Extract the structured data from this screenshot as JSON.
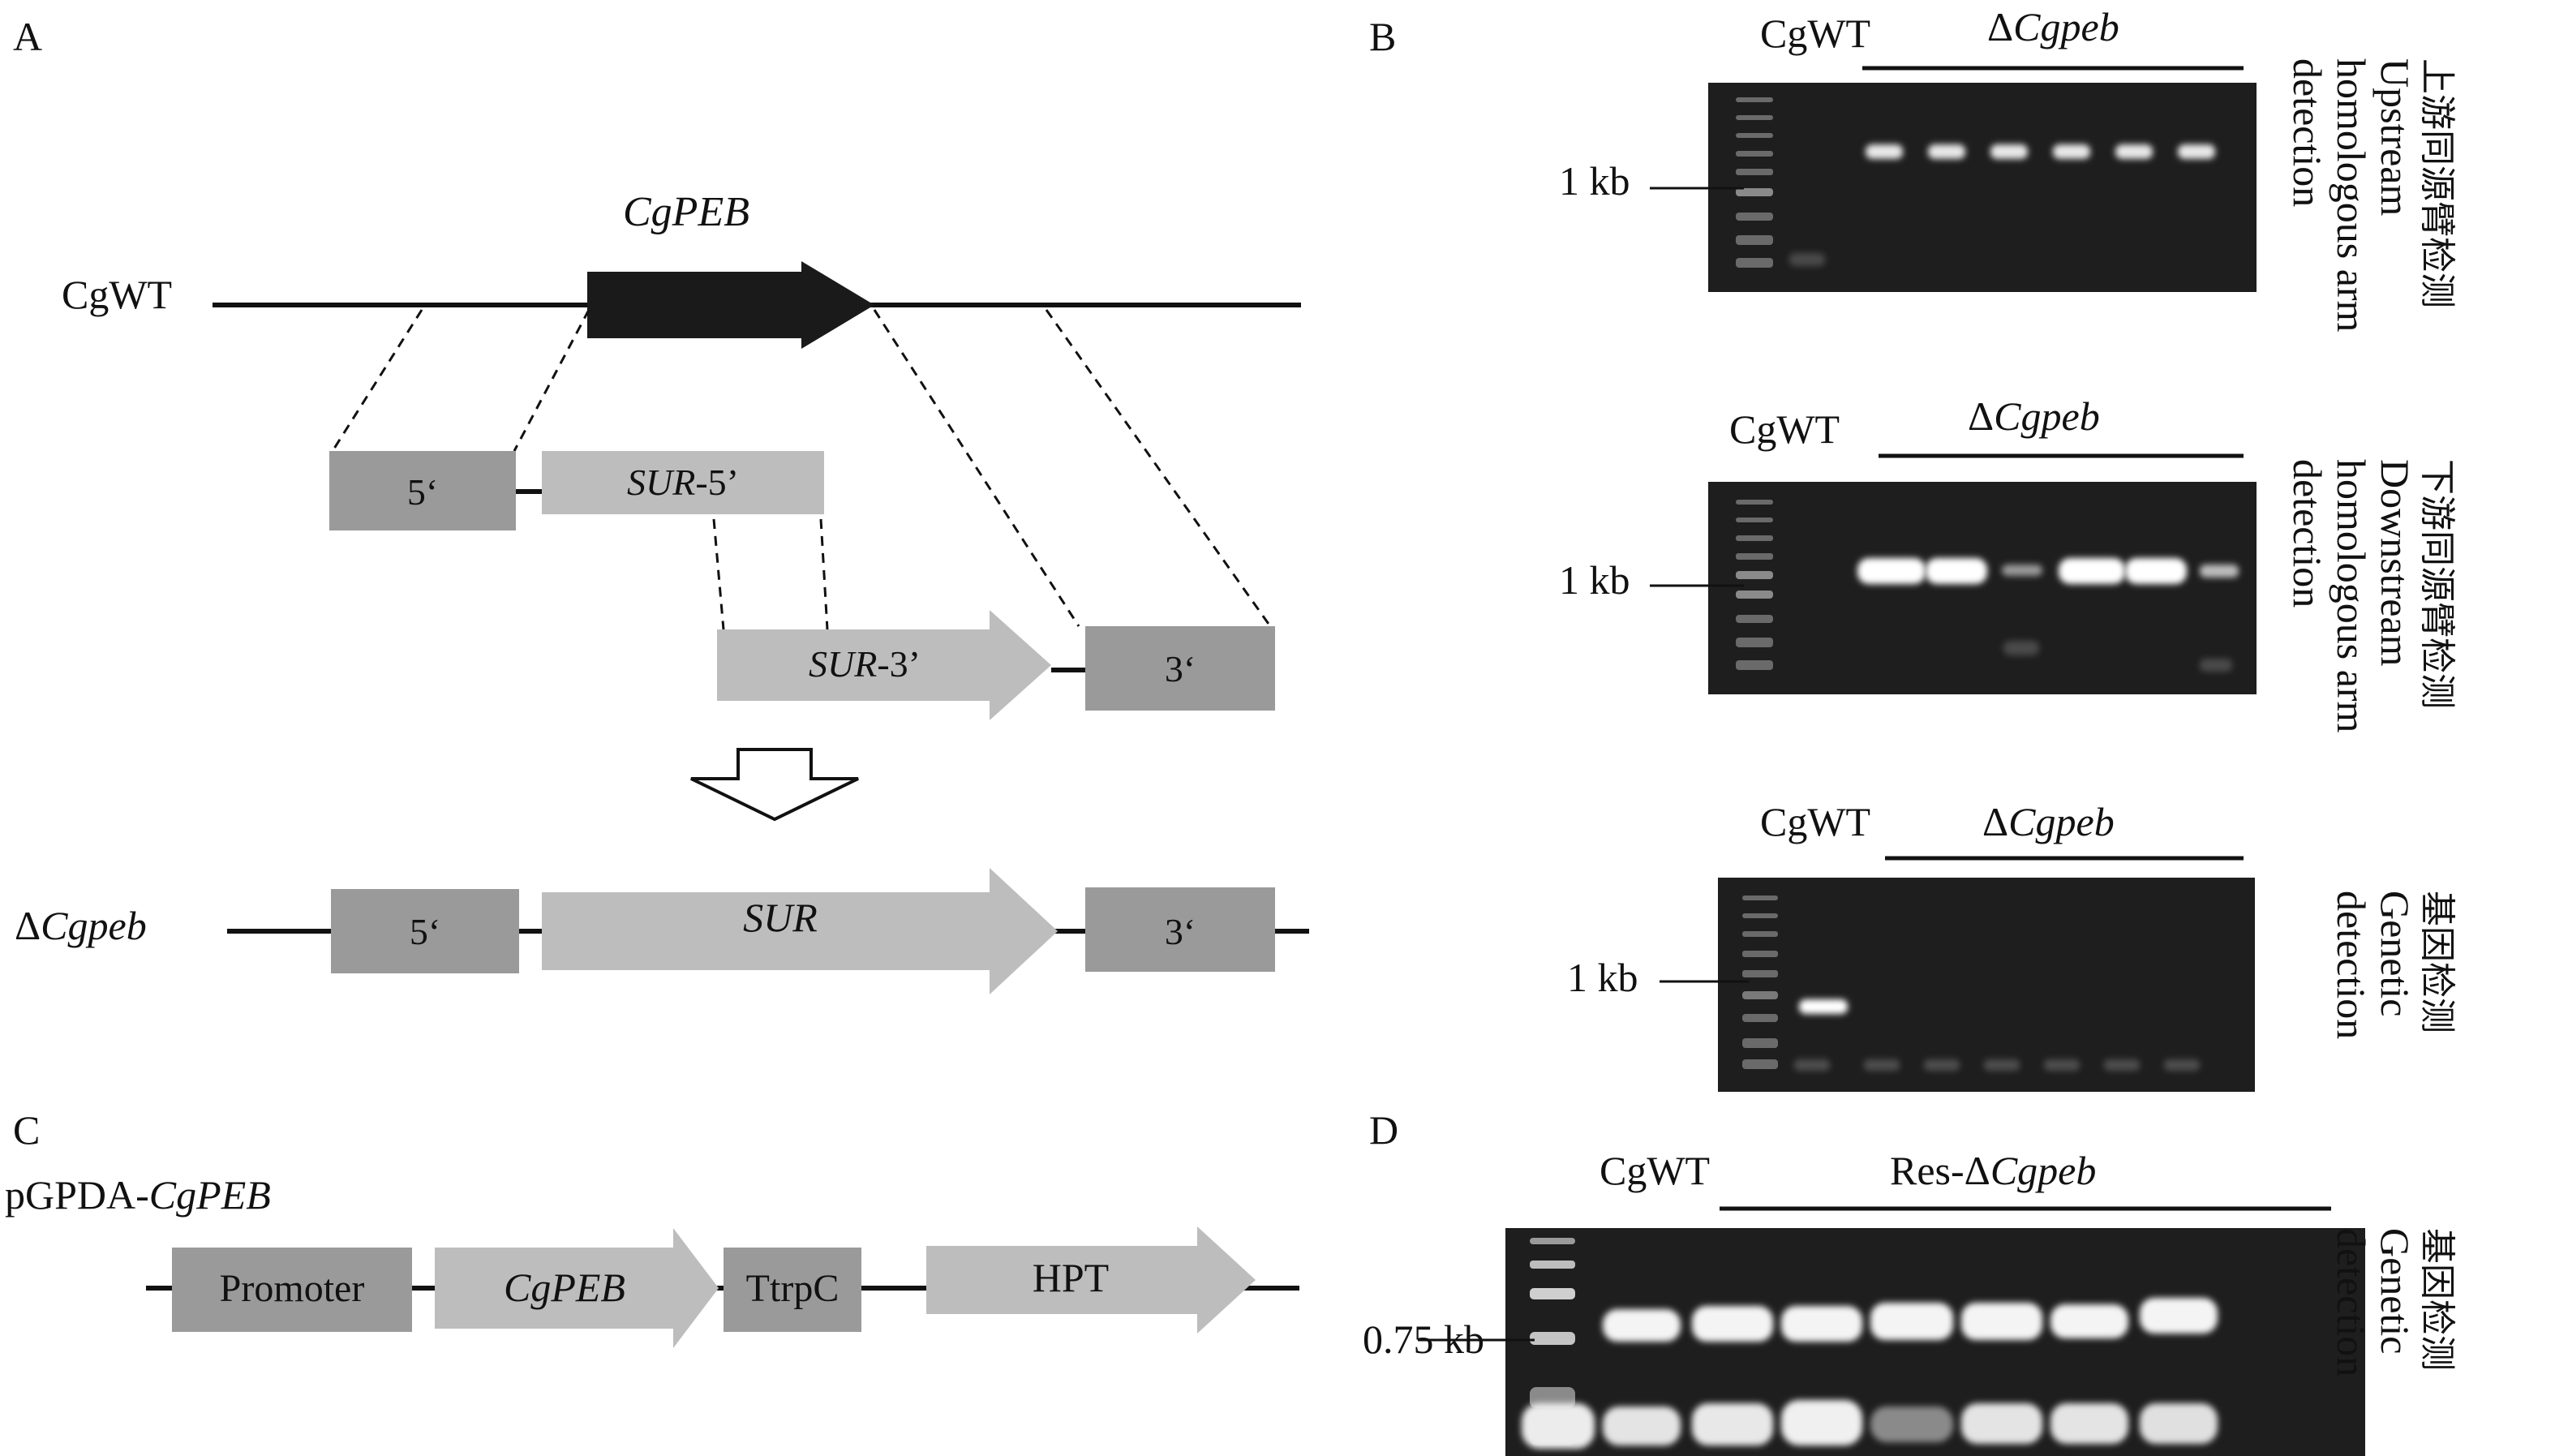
{
  "panel_labels": {
    "a": "A",
    "b": "B",
    "c": "C",
    "d": "D"
  },
  "panel_a": {
    "wt_label": "CgWT",
    "gene_label": "CgPEB",
    "five_prime_label": "5‘",
    "sur5_italic": "SUR",
    "sur5_suffix": "-5’",
    "sur3_italic": "SUR",
    "sur3_suffix": "-3’",
    "three_prime_label": "3‘",
    "mutant_prefix": "Δ",
    "mutant_italic": "Cgpeb",
    "mut_five_prime_label": "5‘",
    "sur_label": "SUR",
    "mut_three_prime_label": "3‘"
  },
  "panel_b": {
    "gels": [
      {
        "wt_label": "CgWT",
        "mut_prefix": "Δ",
        "mut_italic": "Cgpeb",
        "marker_label": "1 kb",
        "side_cn": "上游同源臂检测",
        "side_en_lines": [
          "Upstream",
          "homologous arm",
          "detection"
        ]
      },
      {
        "wt_label": "CgWT",
        "mut_prefix": "Δ",
        "mut_italic": "Cgpeb",
        "marker_label": "1 kb",
        "side_cn": "下游同源臂检测",
        "side_en_lines": [
          "Downstream",
          "homologous arm",
          "detection"
        ]
      },
      {
        "wt_label": "CgWT",
        "mut_prefix": "Δ",
        "mut_italic": "Cgpeb",
        "marker_label": "1 kb",
        "side_cn": "基因检测",
        "side_en_lines": [
          "Genetic",
          "detection"
        ]
      }
    ]
  },
  "panel_c": {
    "plasmid_prefix": "pGPDA-",
    "plasmid_italic": "CgPEB",
    "promoter_label": "Promoter",
    "gene_label": "CgPEB",
    "terminator_label": "TtrpC",
    "marker_label": "HPT"
  },
  "panel_d": {
    "wt_label": "CgWT",
    "res_prefix": "Res-Δ",
    "res_italic": "Cgpeb",
    "marker_label": "0.75 kb",
    "side_cn": "基因检测",
    "side_en_lines": [
      "Genetic",
      "detection"
    ]
  },
  "colors": {
    "box_dark": "#9a9a9a",
    "box_light": "#bdbdbd",
    "gene_arrow": "#1a1a1a",
    "gel_bg": "#1e1e1e",
    "band": "#f4f4f4"
  }
}
